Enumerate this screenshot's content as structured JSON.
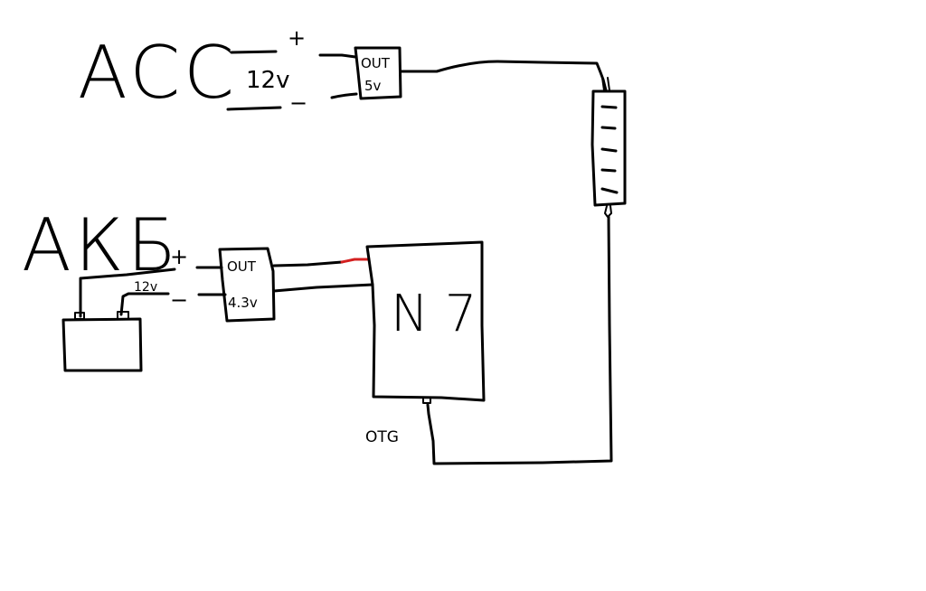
{
  "diagram": {
    "colors": {
      "wire": "#000000",
      "positive_wire": "#d42020",
      "background": "#ffffff"
    },
    "acc_section": {
      "title": "ACC",
      "input_voltage": "12v",
      "plus_sign": "+",
      "minus_sign": "−",
      "converter": {
        "line1": "OUT",
        "line2": "5v"
      }
    },
    "akb_section": {
      "title": "АКБ",
      "battery_voltage": "12v",
      "plus_sign": "+",
      "minus_sign": "−",
      "converter": {
        "line1": "OUT",
        "line2": "4.3v"
      }
    },
    "device": {
      "label": "N 7",
      "port_label": "OTG"
    },
    "usb_hub": {
      "port_count": 5
    }
  }
}
